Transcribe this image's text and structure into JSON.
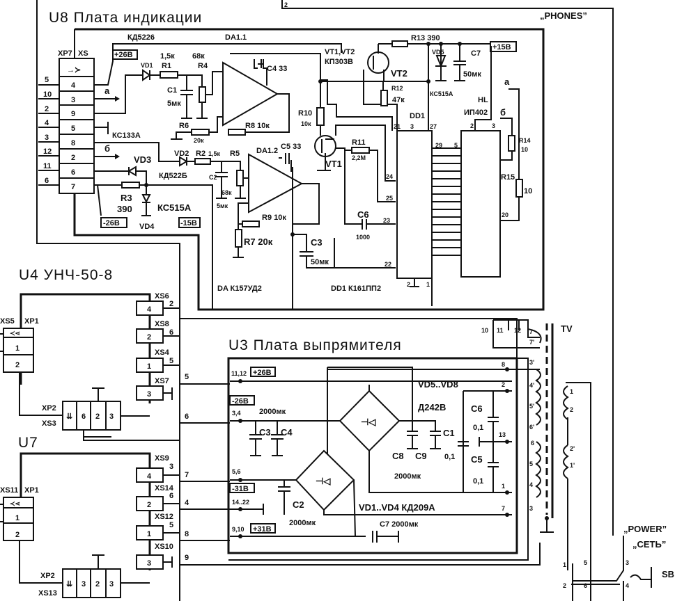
{
  "labels": {
    "u8_title": "U8 Плата индикации",
    "kd5226": "КД5226",
    "da11": "DA1.1",
    "xp7": "XP7",
    "xs": "XS",
    "v26_pos_top": "+26В",
    "vd1": "VD1",
    "r1": "R1",
    "r1_val": "1,5к",
    "r4": "R4",
    "r4_val": "68к",
    "c1": "C1",
    "c1_val": "5мк",
    "c4": "C4 33",
    "r6": "R6",
    "r6_val": "20к",
    "r8": "R8 10к",
    "kc133a": "КС133А",
    "sig_a": "а",
    "sig_b": "б",
    "vd3": "VD3",
    "vd2": "VD2",
    "r2": "R2",
    "r2_val": "1,5к",
    "r5": "R5",
    "da12": "DA1.2",
    "c5": "C5 33",
    "kd522b": "КД522Б",
    "c2": "C2",
    "r5_val": "68к",
    "c2_val": "5мк",
    "r3": "R3",
    "r3_val": "390",
    "kc515a": "КС515А",
    "vd4": "VD4",
    "v26_neg": "-26В",
    "v15_neg": "-15В",
    "r9": "R9 10к",
    "r7": "R7 20к",
    "c3": "C3",
    "c3_val": "50мк",
    "da_type": "DA К157УД2",
    "dd1_type": "DD1 К161ПП2",
    "vt12": "VT1,VT2",
    "kp303": "КП303В",
    "vt2": "VT2",
    "r13": "R13 390",
    "vd5": "VD5",
    "c7": "C7",
    "c7_val": "50мк",
    "kc515a_2": "КС515А",
    "v15_pos": "+15В",
    "r12": "R12",
    "r12_val": "47к",
    "dd1": "DD1",
    "r10": "R10",
    "r10_val": "10к",
    "vt1": "VT1",
    "r11": "R11",
    "r11_val": "2,2М",
    "hl": "HL",
    "ip402": "ИП402",
    "r14": "R14",
    "r14_val": "10",
    "r15": "R15",
    "r15_val": "10",
    "c6": "C6",
    "c6_val": "1000",
    "phones": "„PHONES”",
    "u4_title": "U4 УНЧ-50-8",
    "u7_title": "U7",
    "u3_title": "U3 Плата выпрямителя",
    "tv": "TV",
    "power": "„POWER”",
    "set": "„СЕТЬ”",
    "sb": "SB"
  },
  "connector_xp7": {
    "outer_pins": [
      "5",
      "10",
      "2",
      "4",
      "3",
      "12",
      "11",
      "6"
    ],
    "inner_pins": [
      "4",
      "3",
      "9",
      "5",
      "8",
      "2",
      "6",
      "7"
    ]
  },
  "dd1_pins": {
    "left": [
      "21",
      "3",
      "27",
      "24",
      "25",
      "23",
      "22",
      "2",
      "1"
    ],
    "right_pins": [
      "29",
      "5",
      "20",
      "2",
      "3"
    ]
  },
  "u4": {
    "xs6": "XS6",
    "xs8": "XS8",
    "xs4": "XS4",
    "xs7": "XS7",
    "xs5": "XS5",
    "xp1": "XP1",
    "xp2": "XP2",
    "xs3": "XS3",
    "pins": [
      "4",
      "2",
      "2",
      "6",
      "1",
      "5",
      "3",
      "1",
      "2"
    ]
  },
  "u7": {
    "xs9": "XS9",
    "xs14": "XS14",
    "xs12": "XS12",
    "xs10": "XS10",
    "xs11": "XS11",
    "xp1": "XP1",
    "xp2": "XP2",
    "xs13": "XS13",
    "pins": [
      "4",
      "3",
      "2",
      "6",
      "1",
      "5",
      "3",
      "1",
      "2"
    ]
  },
  "bus_numbers": [
    "5",
    "6",
    "7",
    "4",
    "8",
    "9"
  ],
  "u3": {
    "t_11_12": "11,12",
    "v26_pos": "+26В",
    "v26_neg": "-26В",
    "t_3_4": "3,4",
    "c34_val": "2000мк",
    "c3": "C3",
    "c4": "C4",
    "t_5_6": "5,6",
    "v31_neg": "-31В",
    "t_14_22": "14..22",
    "c2": "C2",
    "c2_val": "2000мк",
    "t_9_10": "9,10",
    "v31_pos": "+31В",
    "vd5_8": "VD5..VD8",
    "d242b": "Д242В",
    "c8": "C8",
    "c9": "C9",
    "c89_val": "2000мк",
    "c1": "C1",
    "c1_val": "0,1",
    "c6": "C6",
    "c6_val": "0,1",
    "c5": "C5",
    "c5_val": "0,1",
    "vd1_4": "VD1..VD4 КД209А",
    "c7": "C7 2000мк",
    "terminals": [
      "8",
      "2",
      "13",
      "1",
      "7"
    ]
  },
  "tv": {
    "secondary": [
      "10",
      "11",
      "12",
      "7",
      "7'",
      "3'",
      "4'",
      "5'",
      "6'",
      "6",
      "5",
      "4",
      "3"
    ],
    "primary": [
      "1",
      "2",
      "2'",
      "1'"
    ]
  },
  "switch_pins": [
    "1",
    "5",
    "3",
    "2",
    "6",
    "4"
  ]
}
